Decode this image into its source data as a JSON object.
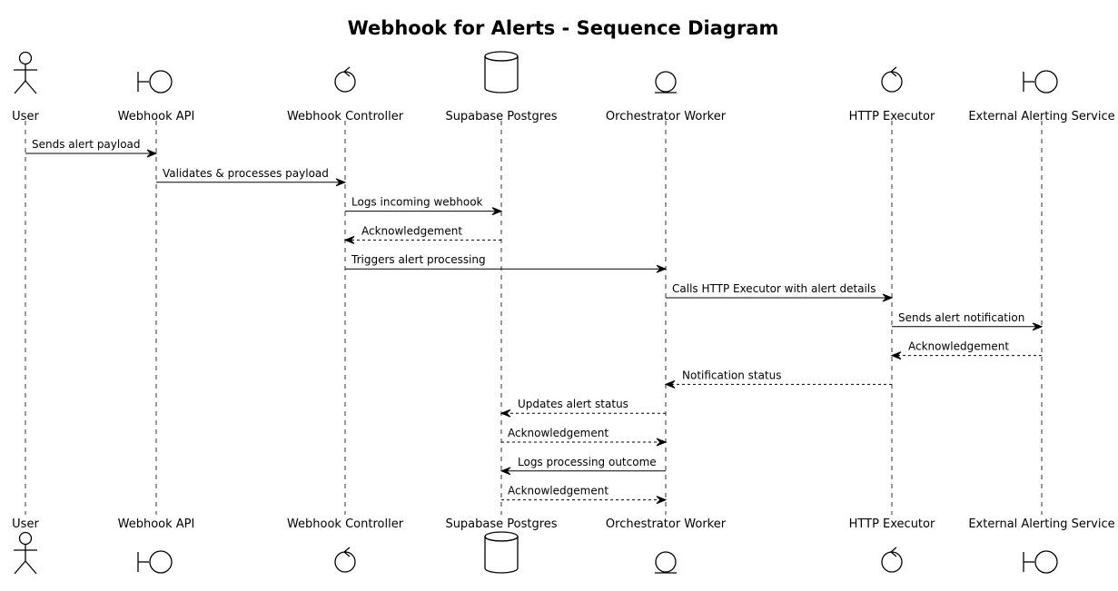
{
  "title": "Webhook for Alerts - Sequence Diagram",
  "participants": [
    {
      "id": "user",
      "label": "User",
      "kind": "actor"
    },
    {
      "id": "webhook-api",
      "label": "Webhook API",
      "kind": "boundary"
    },
    {
      "id": "webhook-controller",
      "label": "Webhook Controller",
      "kind": "control"
    },
    {
      "id": "supabase-postgres",
      "label": "Supabase Postgres",
      "kind": "database"
    },
    {
      "id": "orchestrator-worker",
      "label": "Orchestrator Worker",
      "kind": "entity"
    },
    {
      "id": "http-executor",
      "label": "HTTP Executor",
      "kind": "control"
    },
    {
      "id": "external-alerting-service",
      "label": "External Alerting Service",
      "kind": "boundary"
    }
  ],
  "messages": [
    {
      "from": 0,
      "to": 1,
      "label": "Sends alert payload",
      "style": "solid"
    },
    {
      "from": 1,
      "to": 2,
      "label": "Validates & processes payload",
      "style": "solid"
    },
    {
      "from": 2,
      "to": 3,
      "label": "Logs incoming webhook",
      "style": "solid"
    },
    {
      "from": 3,
      "to": 2,
      "label": "Acknowledgement",
      "style": "dashed"
    },
    {
      "from": 2,
      "to": 4,
      "label": "Triggers alert processing",
      "style": "solid"
    },
    {
      "from": 4,
      "to": 5,
      "label": "Calls HTTP Executor with alert details",
      "style": "solid"
    },
    {
      "from": 5,
      "to": 6,
      "label": "Sends alert notification",
      "style": "solid"
    },
    {
      "from": 6,
      "to": 5,
      "label": "Acknowledgement",
      "style": "dashed"
    },
    {
      "from": 5,
      "to": 4,
      "label": "Notification status",
      "style": "dashed"
    },
    {
      "from": 4,
      "to": 3,
      "label": "Updates alert status",
      "style": "dashed"
    },
    {
      "from": 3,
      "to": 4,
      "label": "Acknowledgement",
      "style": "dashed"
    },
    {
      "from": 4,
      "to": 3,
      "label": "Logs processing outcome",
      "style": "solid"
    },
    {
      "from": 3,
      "to": 4,
      "label": "Acknowledgement",
      "style": "dashed"
    }
  ]
}
